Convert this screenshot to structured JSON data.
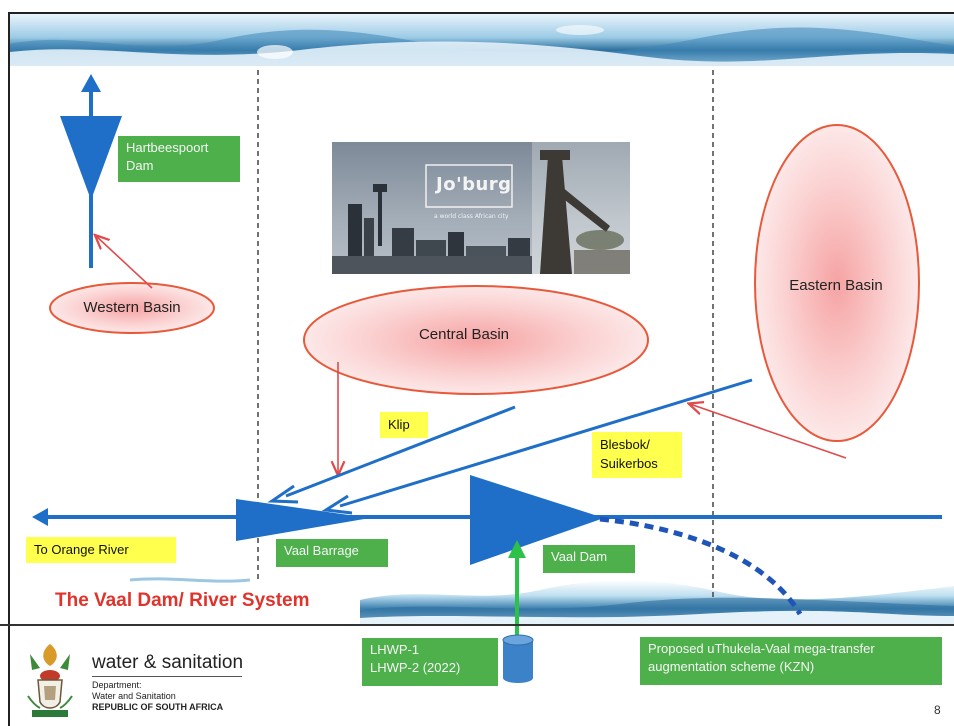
{
  "title": "The Vaal Dam/ River System",
  "labels": {
    "hartbeespoort": "Hartbeespoort\nDam",
    "western_basin": "Western Basin",
    "central_basin": "Central Basin",
    "eastern_basin": "Eastern Basin",
    "klip": "Klip",
    "blesbok": "Blesbok/\nSuikerbos",
    "to_orange": "To Orange River",
    "vaal_barrage": "Vaal Barrage",
    "vaal_dam": "Vaal Dam",
    "lhwp": "LHWP-1\nLHWP-2 (2022)",
    "proposed": "Proposed uThukela-Vaal mega-transfer\naugmentation scheme (KZN)"
  },
  "photo": {
    "logo_text": "Jo'burg",
    "tagline": "a world class African city"
  },
  "footer": {
    "brand": "water & sanitation",
    "dept_line1": "Department:",
    "dept_line2": "Water and Sanitation",
    "country": "REPUBLIC OF SOUTH AFRICA",
    "page": "8"
  },
  "colors": {
    "river_blue": "#1f6fc8",
    "basin_pink": "#f7a9a9",
    "basin_outline": "#e8593a",
    "label_green": "#4db04a",
    "label_yellow": "#ffff4d",
    "title_red": "#e0332b",
    "arrow_red": "#e04a4a",
    "lhwp_green": "#2ec14a"
  }
}
